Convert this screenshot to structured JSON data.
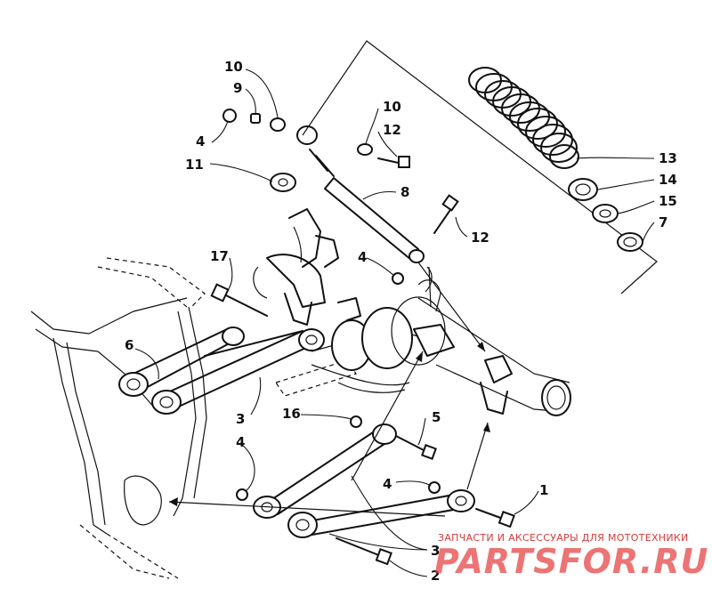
{
  "callouts": [
    {
      "id": "c10a",
      "text": "10"
    },
    {
      "id": "c9",
      "text": "9"
    },
    {
      "id": "c4a",
      "text": "4"
    },
    {
      "id": "c11",
      "text": "11"
    },
    {
      "id": "c10b",
      "text": "10"
    },
    {
      "id": "c12a",
      "text": "12"
    },
    {
      "id": "c8",
      "text": "8"
    },
    {
      "id": "c12b",
      "text": "12"
    },
    {
      "id": "c4b",
      "text": "4"
    },
    {
      "id": "c17",
      "text": "17"
    },
    {
      "id": "c6",
      "text": "6"
    },
    {
      "id": "c3a",
      "text": "3"
    },
    {
      "id": "c16",
      "text": "16"
    },
    {
      "id": "c5",
      "text": "5"
    },
    {
      "id": "c4c",
      "text": "4"
    },
    {
      "id": "c4d",
      "text": "4"
    },
    {
      "id": "c1",
      "text": "1"
    },
    {
      "id": "c3b",
      "text": "3"
    },
    {
      "id": "c2",
      "text": "2"
    },
    {
      "id": "c13",
      "text": "13"
    },
    {
      "id": "c14",
      "text": "14"
    },
    {
      "id": "c15",
      "text": "15"
    },
    {
      "id": "c7",
      "text": "7"
    }
  ],
  "watermark": {
    "subtitle": "ЗАПЧАСТИ И АКСЕССУАРЫ ДЛЯ МОТОТЕХНИКИ",
    "brand": "PARTSFOR.RU"
  }
}
